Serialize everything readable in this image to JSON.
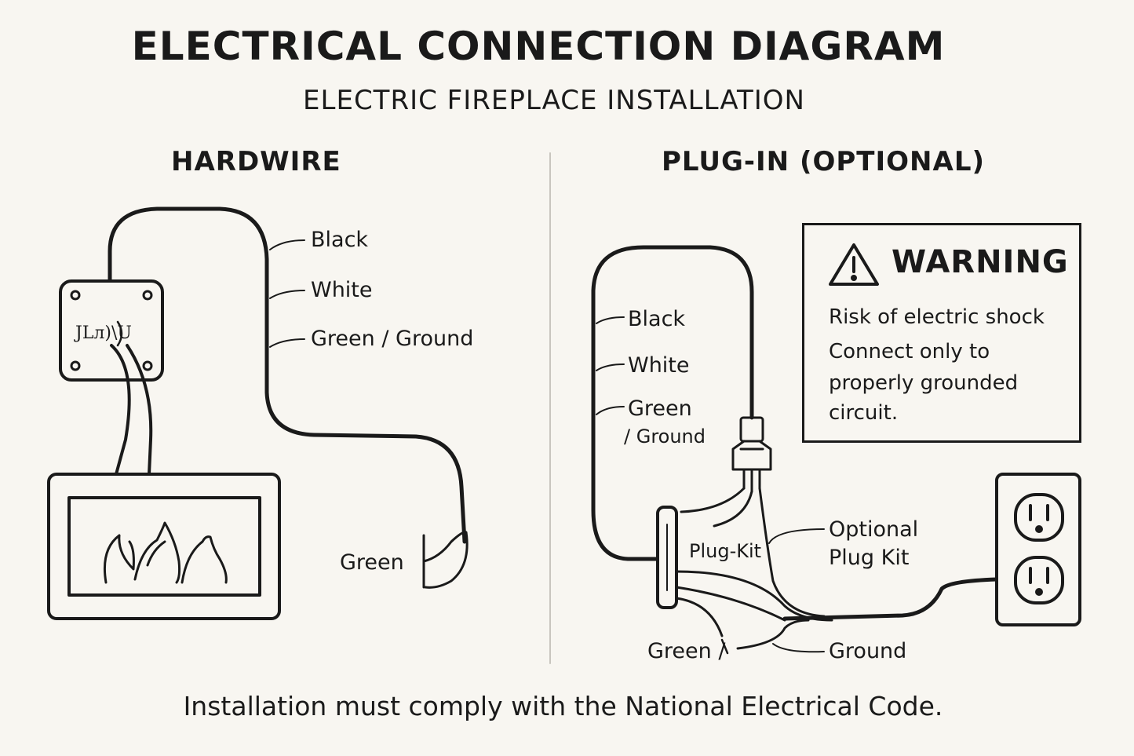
{
  "header": {
    "title": "ELECTRICAL CONNECTION DIAGRAM",
    "subtitle": "ELECTRIC FIREPLACE INSTALLATION"
  },
  "hardwire": {
    "title": "HARDWIRE",
    "junction_box_text": "JLл)\\U",
    "wire_labels": {
      "black": "Black",
      "white": "White",
      "green_ground": "Green / Ground",
      "green": "Green"
    }
  },
  "plugin": {
    "title": "PLUG-IN (OPTIONAL)",
    "wire_labels": {
      "black": "Black",
      "white": "White",
      "green": "Green",
      "ground_part": "/ Ground"
    },
    "plug_kit_label": "Plug-Kit",
    "optional_plug_kit": [
      "Optional",
      "Plug Kit"
    ],
    "bottom_green": "Green /",
    "bottom_ground": "Ground"
  },
  "warning": {
    "title": "WARNING",
    "lines": [
      "Risk of electric shock",
      "Connect only to",
      "properly grounded",
      "circuit."
    ]
  },
  "footer": {
    "text": "Installation must comply with the National Electrical Code."
  },
  "colors": {
    "background": "#f8f6f1",
    "ink": "#1a1a1a",
    "divider": "#c9c6bf"
  }
}
